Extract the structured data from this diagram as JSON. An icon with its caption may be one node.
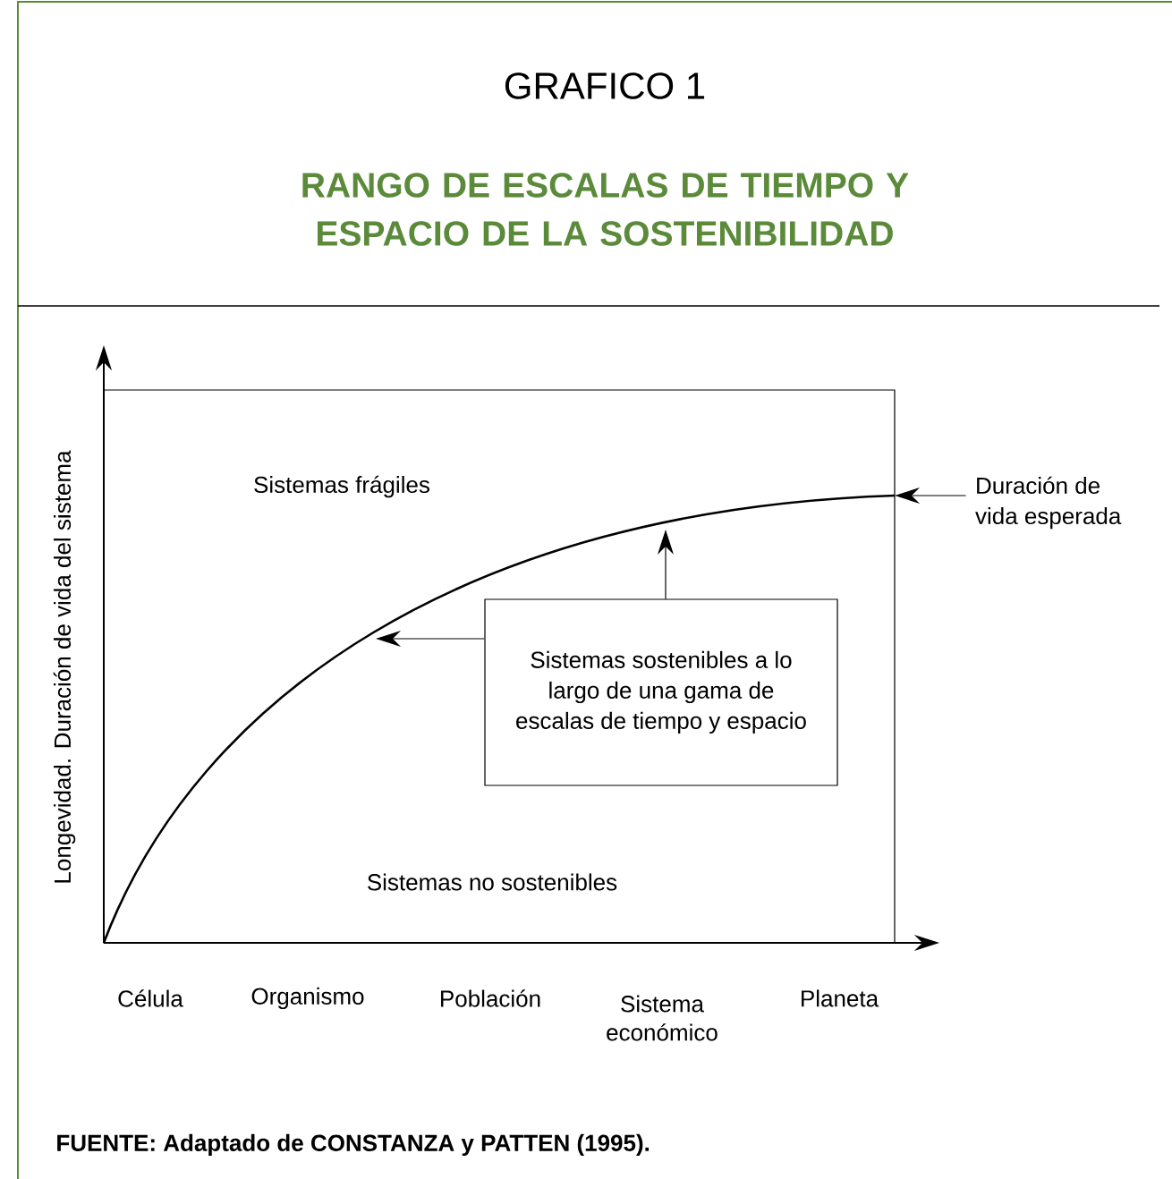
{
  "diagram": {
    "title": "RANGO DE ESCALAS DE TIEMPO Y ESPACIO DE LA SOSTENIBILIDAD",
    "caption": "FUENTE: Adaptado de CONSTANZA y PATTEN (1995).",
    "nodes": [
      {
        "text": [
          "Sistemas sostenibles a lo largo de una gama de escalas de tiempo y espacio"
        ]
      },
      {
        "text": [
          "Duración de vida esperada"
        ]
      }
    ],
    "edges": [
      {
        "from": 0,
        "to": null,
        "arrow": "to"
      },
      {
        "from": 0,
        "to": null,
        "arrow": "to"
      },
      {
        "from": 1,
        "to": null,
        "arrow": "to"
      }
    ],
    "labels": [
      "GRAFICO 1",
      "Longevidad. Duración de vida del sistema",
      "Sistemas frágiles",
      "Sistemas no sostenibles",
      "Célula",
      "Organismo",
      "Población",
      "Sistema económico",
      "Planeta"
    ]
  }
}
